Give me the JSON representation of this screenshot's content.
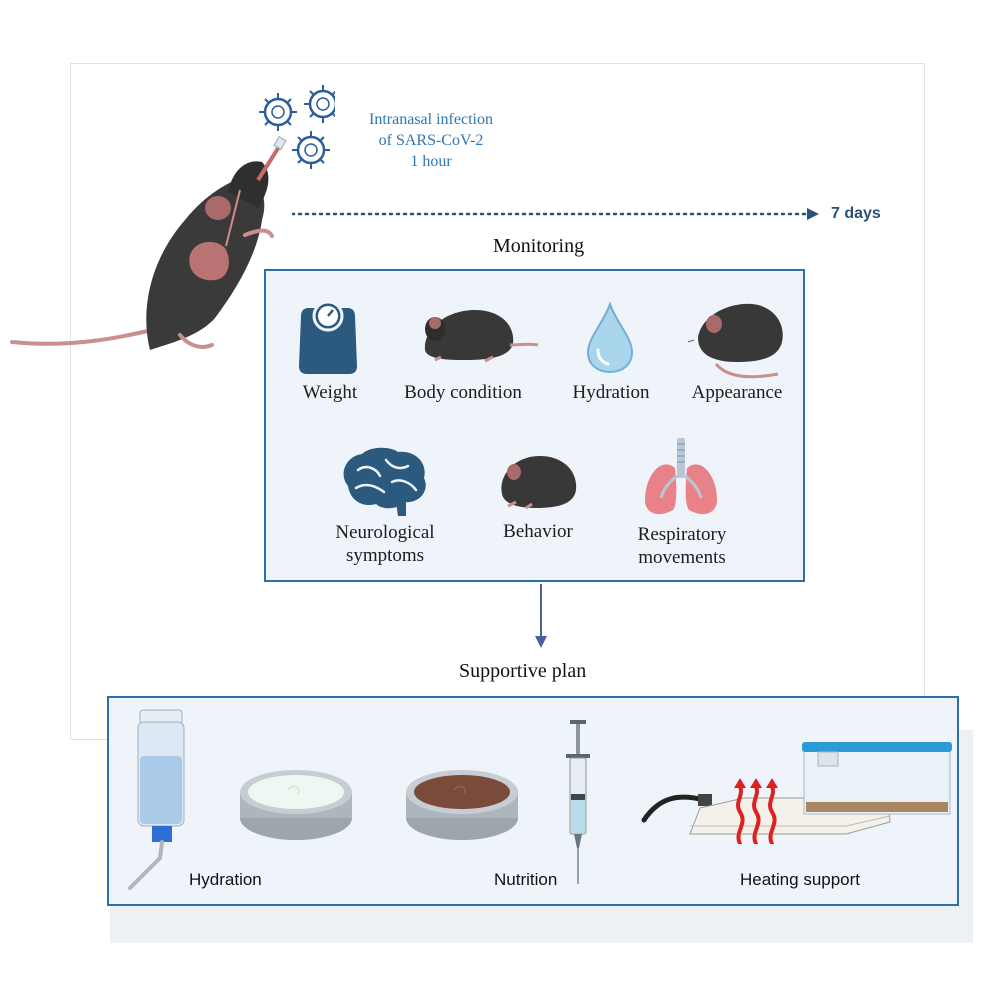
{
  "infection": {
    "line1": "Intranasal infection",
    "line2": "of SARS-CoV-2",
    "line3": "1 hour"
  },
  "timeline": {
    "end_label": "7 days"
  },
  "monitoring": {
    "title": "Monitoring",
    "items": [
      {
        "label": "Weight",
        "icon": "scale-icon"
      },
      {
        "label": "Body condition",
        "icon": "hunched-mouse-icon"
      },
      {
        "label": "Hydration",
        "icon": "water-drop-icon"
      },
      {
        "label": "Appearance",
        "icon": "mouse-icon"
      },
      {
        "label": "Neurological",
        "label2": "symptoms",
        "icon": "brain-icon"
      },
      {
        "label": "Behavior",
        "icon": "curled-mouse-icon"
      },
      {
        "label": "Respiratory",
        "label2": "movements",
        "icon": "lungs-icon"
      }
    ]
  },
  "support": {
    "title": "Supportive plan",
    "items": [
      {
        "label": "Hydration",
        "icon": "water-bottle-icon"
      },
      {
        "label": "Nutrition",
        "icon": "syringe-icon"
      },
      {
        "label": "Heating support",
        "icon": "heating-pad-icon"
      }
    ]
  },
  "colors": {
    "accent_blue": "#2f6fa7",
    "text_blue": "#2e76b4",
    "arrow_blue": "#4a5fa0",
    "box_fill": "#eff4fb",
    "mouse_dark": "#3a3a3a",
    "skin_pink": "#d99a98",
    "heat_red": "#e02020"
  }
}
